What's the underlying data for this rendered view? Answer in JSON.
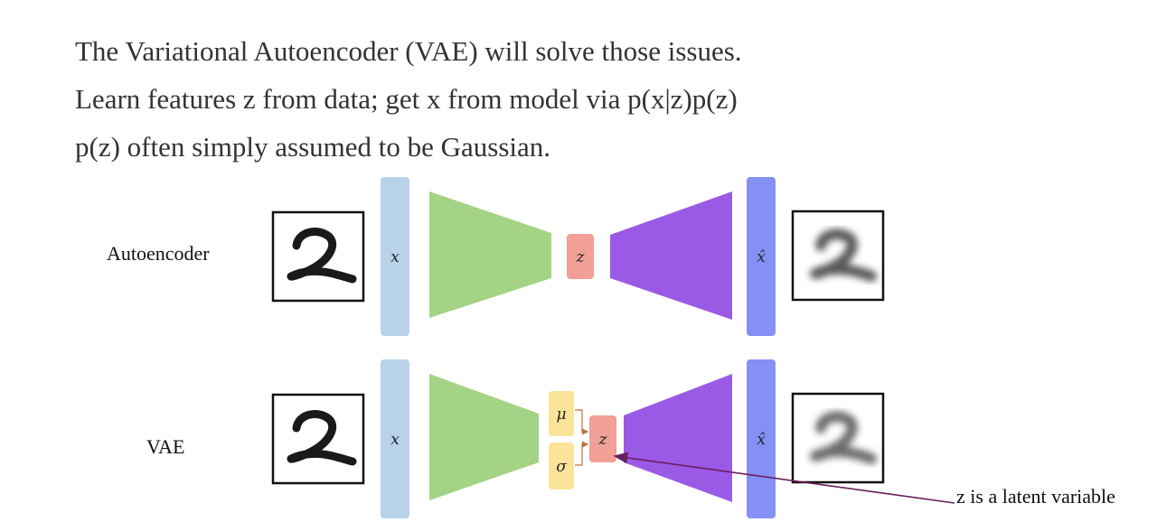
{
  "text": {
    "line1": "The Variational Autoencoder (VAE) will solve those issues.",
    "line2": "Learn features z from data; get x from model via p(x|z)p(z)",
    "line3": "p(z) often simply assumed to be Gaussian."
  },
  "diagram": {
    "rows": {
      "autoencoder_label": "Autoencoder",
      "vae_label": "VAE"
    },
    "symbols": {
      "input": "x",
      "latent": "z",
      "output": "x̂",
      "mu": "μ",
      "sigma": "σ"
    },
    "callout": "z is a latent variable",
    "colors": {
      "input_bar": "#b8d2ea",
      "encoder": "#a3d384",
      "latent": "#f0a096",
      "decoder": "#9b5ae6",
      "output_bar": "#8590f5",
      "mu_sigma": "#fbe49a",
      "arrow": "#6a1f5f",
      "digit_frame": "#111111"
    }
  }
}
